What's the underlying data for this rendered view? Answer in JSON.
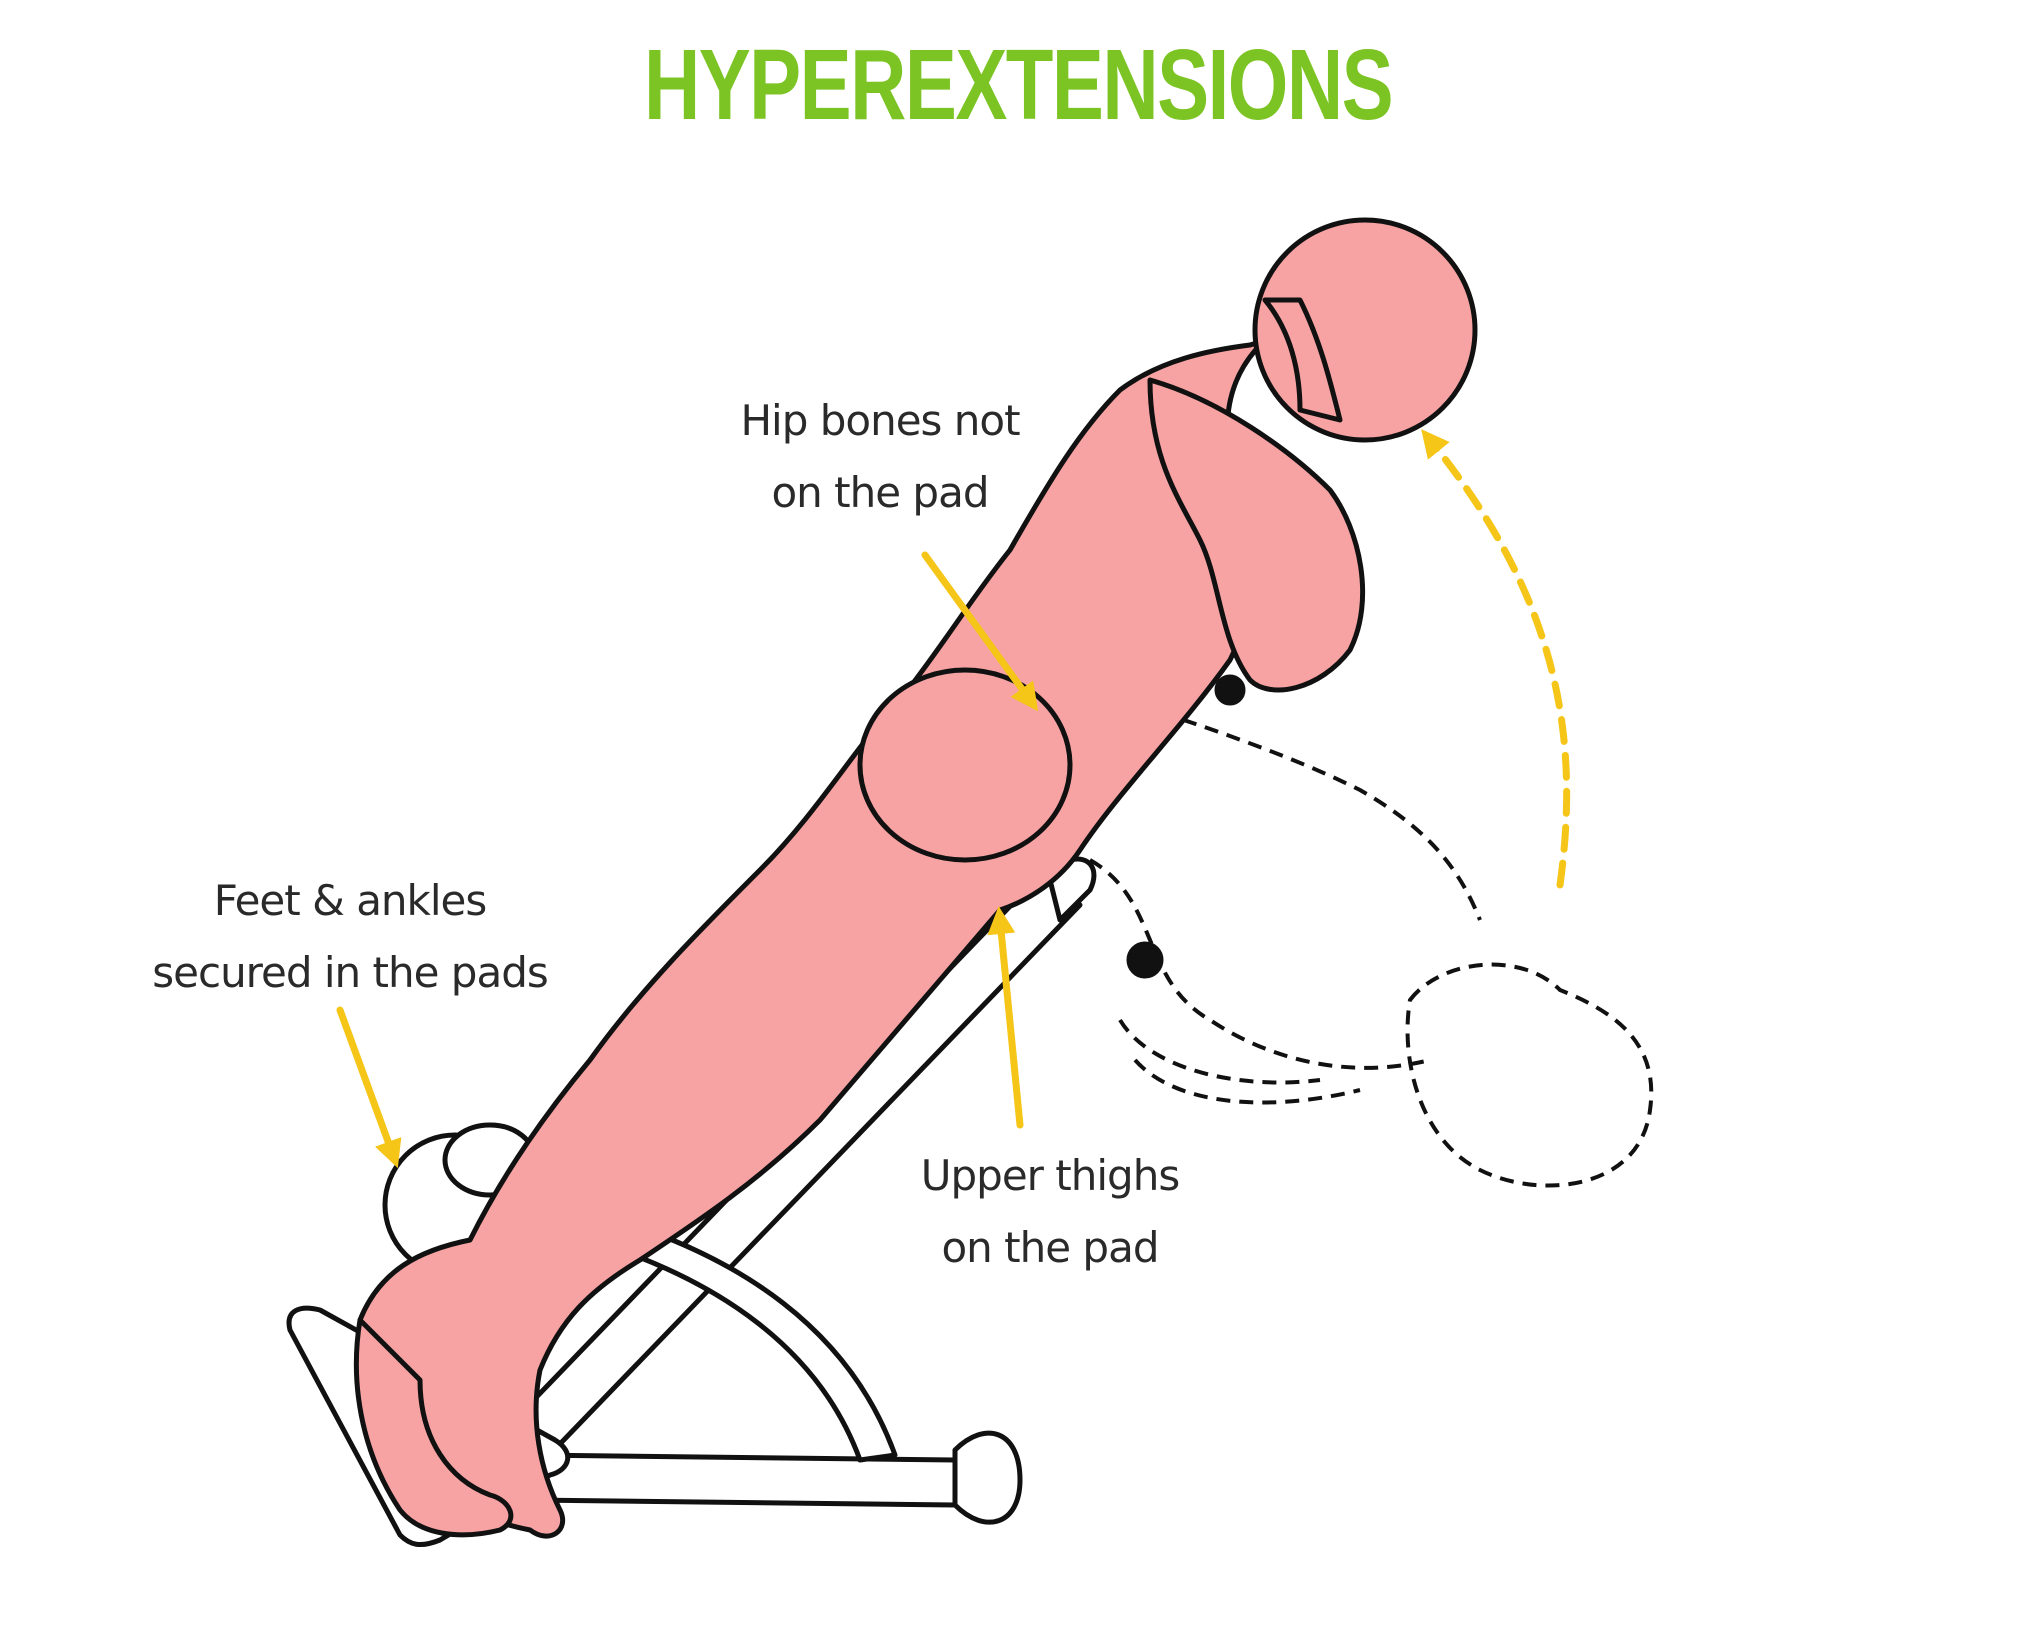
{
  "title": "HYPEREXTENSIONS",
  "colors": {
    "title": "#7cc423",
    "arrow": "#f5c518",
    "skin": "#f7a3a3",
    "skin_light": "#fbd0cc",
    "outline": "#111111"
  },
  "callouts": {
    "hip": {
      "line1": "Hip bones not",
      "line2": "on the pad"
    },
    "feet": {
      "line1": "Feet & ankles",
      "line2": "secured in the pads"
    },
    "thighs": {
      "line1": "Upper thighs",
      "line2": "on the pad"
    }
  }
}
